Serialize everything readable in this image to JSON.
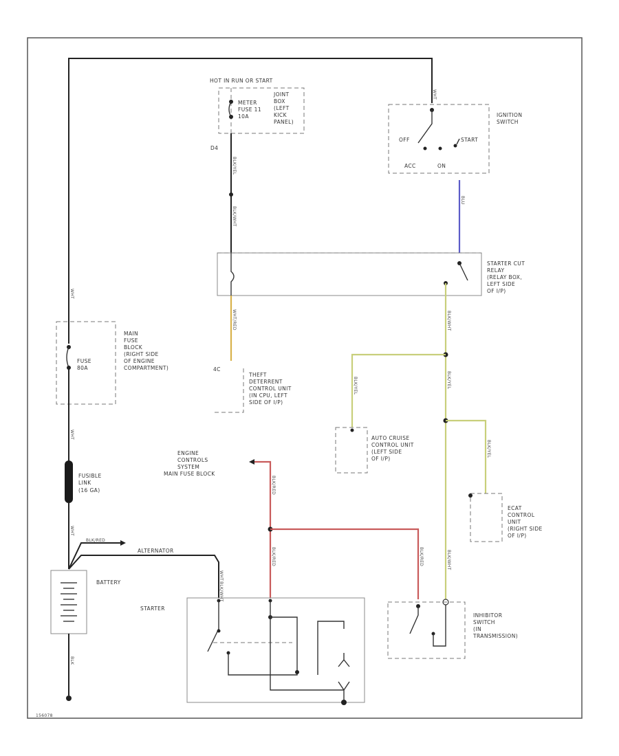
{
  "labels": {
    "hot_in": "HOT IN RUN OR START",
    "meter_fuse": [
      "METER",
      "FUSE 11",
      "10A"
    ],
    "joint_box": [
      "JOINT",
      "BOX",
      "(LEFT",
      "KICK",
      "PANEL)"
    ],
    "ignition_switch": [
      "IGNITION",
      "SWITCH"
    ],
    "ign_off": "OFF",
    "ign_start": "START",
    "ign_acc": "ACC",
    "ign_on": "ON",
    "starter_cut_relay": [
      "STARTER CUT",
      "RELAY",
      "(RELAY BOX,",
      "LEFT SIDE",
      "OF I/P)"
    ],
    "main_fuse_block": [
      "MAIN",
      "FUSE",
      "BLOCK",
      "(RIGHT SIDE",
      "OF ENGINE",
      "COMPARTMENT)"
    ],
    "fuse_80a": [
      "FUSE",
      "80A"
    ],
    "theft_unit": [
      "THEFT",
      "DETERRENT",
      "CONTROL UNIT",
      "(IN CPU, LEFT",
      "SIDE OF I/P)"
    ],
    "auto_cruise": [
      "AUTO CRUISE",
      "CONTROL UNIT",
      "(LEFT SIDE",
      "OF I/P)"
    ],
    "ecat": [
      "ECAT",
      "CONTROL",
      "UNIT",
      "(RIGHT SIDE",
      "OF I/P)"
    ],
    "engine_controls": [
      "ENGINE",
      "CONTROLS",
      "SYSTEM",
      "MAIN FUSE BLOCK"
    ],
    "fusible_link": [
      "FUSIBLE",
      "LINK",
      "(16 GA)"
    ],
    "alternator": "ALTERNATOR",
    "battery": "BATTERY",
    "starter": "STARTER",
    "inhibitor": [
      "INHIBITOR",
      "SWITCH",
      "(IN",
      "TRANSMISSION)"
    ],
    "pin_d4": "D4",
    "pin_4c": "4C",
    "code": "156078"
  },
  "wires": {
    "wht_top": "WHT",
    "wht_left": "WHT",
    "blk_yel": "BLK/YEL",
    "blk_wht": "BLK/WHT",
    "blk_red": "BLK/RED",
    "blu": "BLU",
    "wht_red": "WHT/RED",
    "blk_wht_lower": "BLK/WHT",
    "blk_yel_cruise": "BLK/YEL",
    "blk_yel_ecat": "BLK/YEL",
    "wht_alt": "WHT",
    "blk_red_top": "BLK/RED",
    "blk_red_2": "BLK/RED",
    "blk_red_3": "BLK/RED",
    "blk_wht_starter": "BLK/WHT",
    "wht_fl": "WHT",
    "wht_bat": "WHT",
    "blk_gnd": "BLK",
    "blk_wht_inh": "BLK/WHT"
  },
  "colors": {
    "blue_wire": "#5c5cc8",
    "yellow_wire": "#c8cf7a",
    "red_wire": "#c85a5a",
    "orange_wire": "#d8b24a"
  }
}
